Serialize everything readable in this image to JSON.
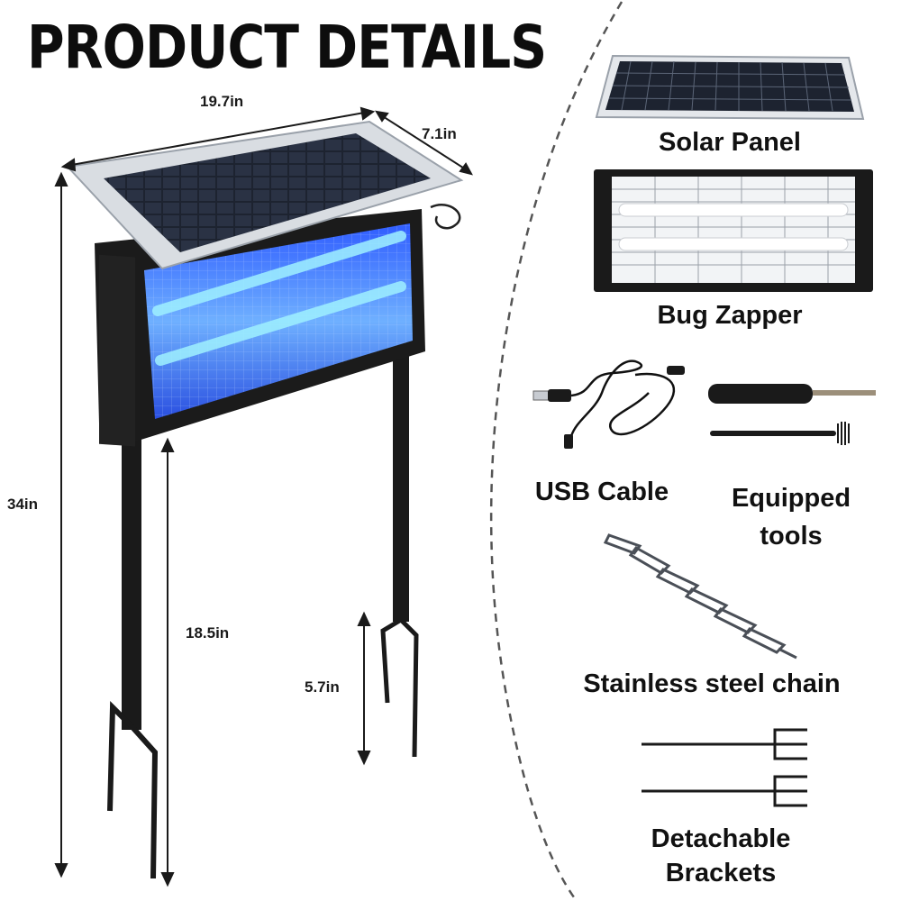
{
  "header": {
    "title": "PRODUCT DETAILS"
  },
  "dimensions": {
    "width": "19.7in",
    "depth": "7.1in",
    "total_height": "34in",
    "pole_height": "18.5in",
    "spike_length": "5.7in"
  },
  "accessories": {
    "solar_panel": "Solar Panel",
    "bug_zapper": "Bug Zapper",
    "usb_cable": "USB Cable",
    "tools_line1": "Equipped",
    "tools_line2": "tools",
    "chain": "Stainless steel chain",
    "brackets_line1": "Detachable",
    "brackets_line2": "Brackets"
  },
  "colors": {
    "uv_blue": "#3a7bff",
    "panel_cell": "#1d2330",
    "housing": "#1b1b1b",
    "frame": "#d9dde2"
  }
}
